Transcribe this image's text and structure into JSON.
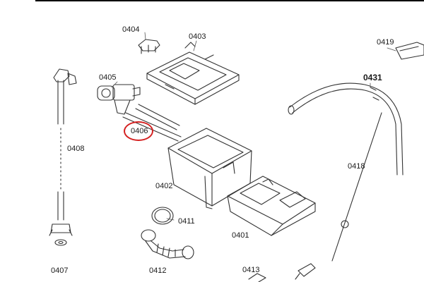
{
  "diagram": {
    "labels": {
      "p0401": "0401",
      "p0402": "0402",
      "p0403": "0403",
      "p0404": "0404",
      "p0405": "0405",
      "p0406": "0406",
      "p0407": "0407",
      "p0408": "0408",
      "p0411": "0411",
      "p0412": "0412",
      "p0413": "0413",
      "p0418": "0418",
      "p0419": "0419",
      "p0431": "0431"
    },
    "highlighted_part": "0406",
    "highlight_color": "#d42020",
    "line_color": "#333333"
  }
}
